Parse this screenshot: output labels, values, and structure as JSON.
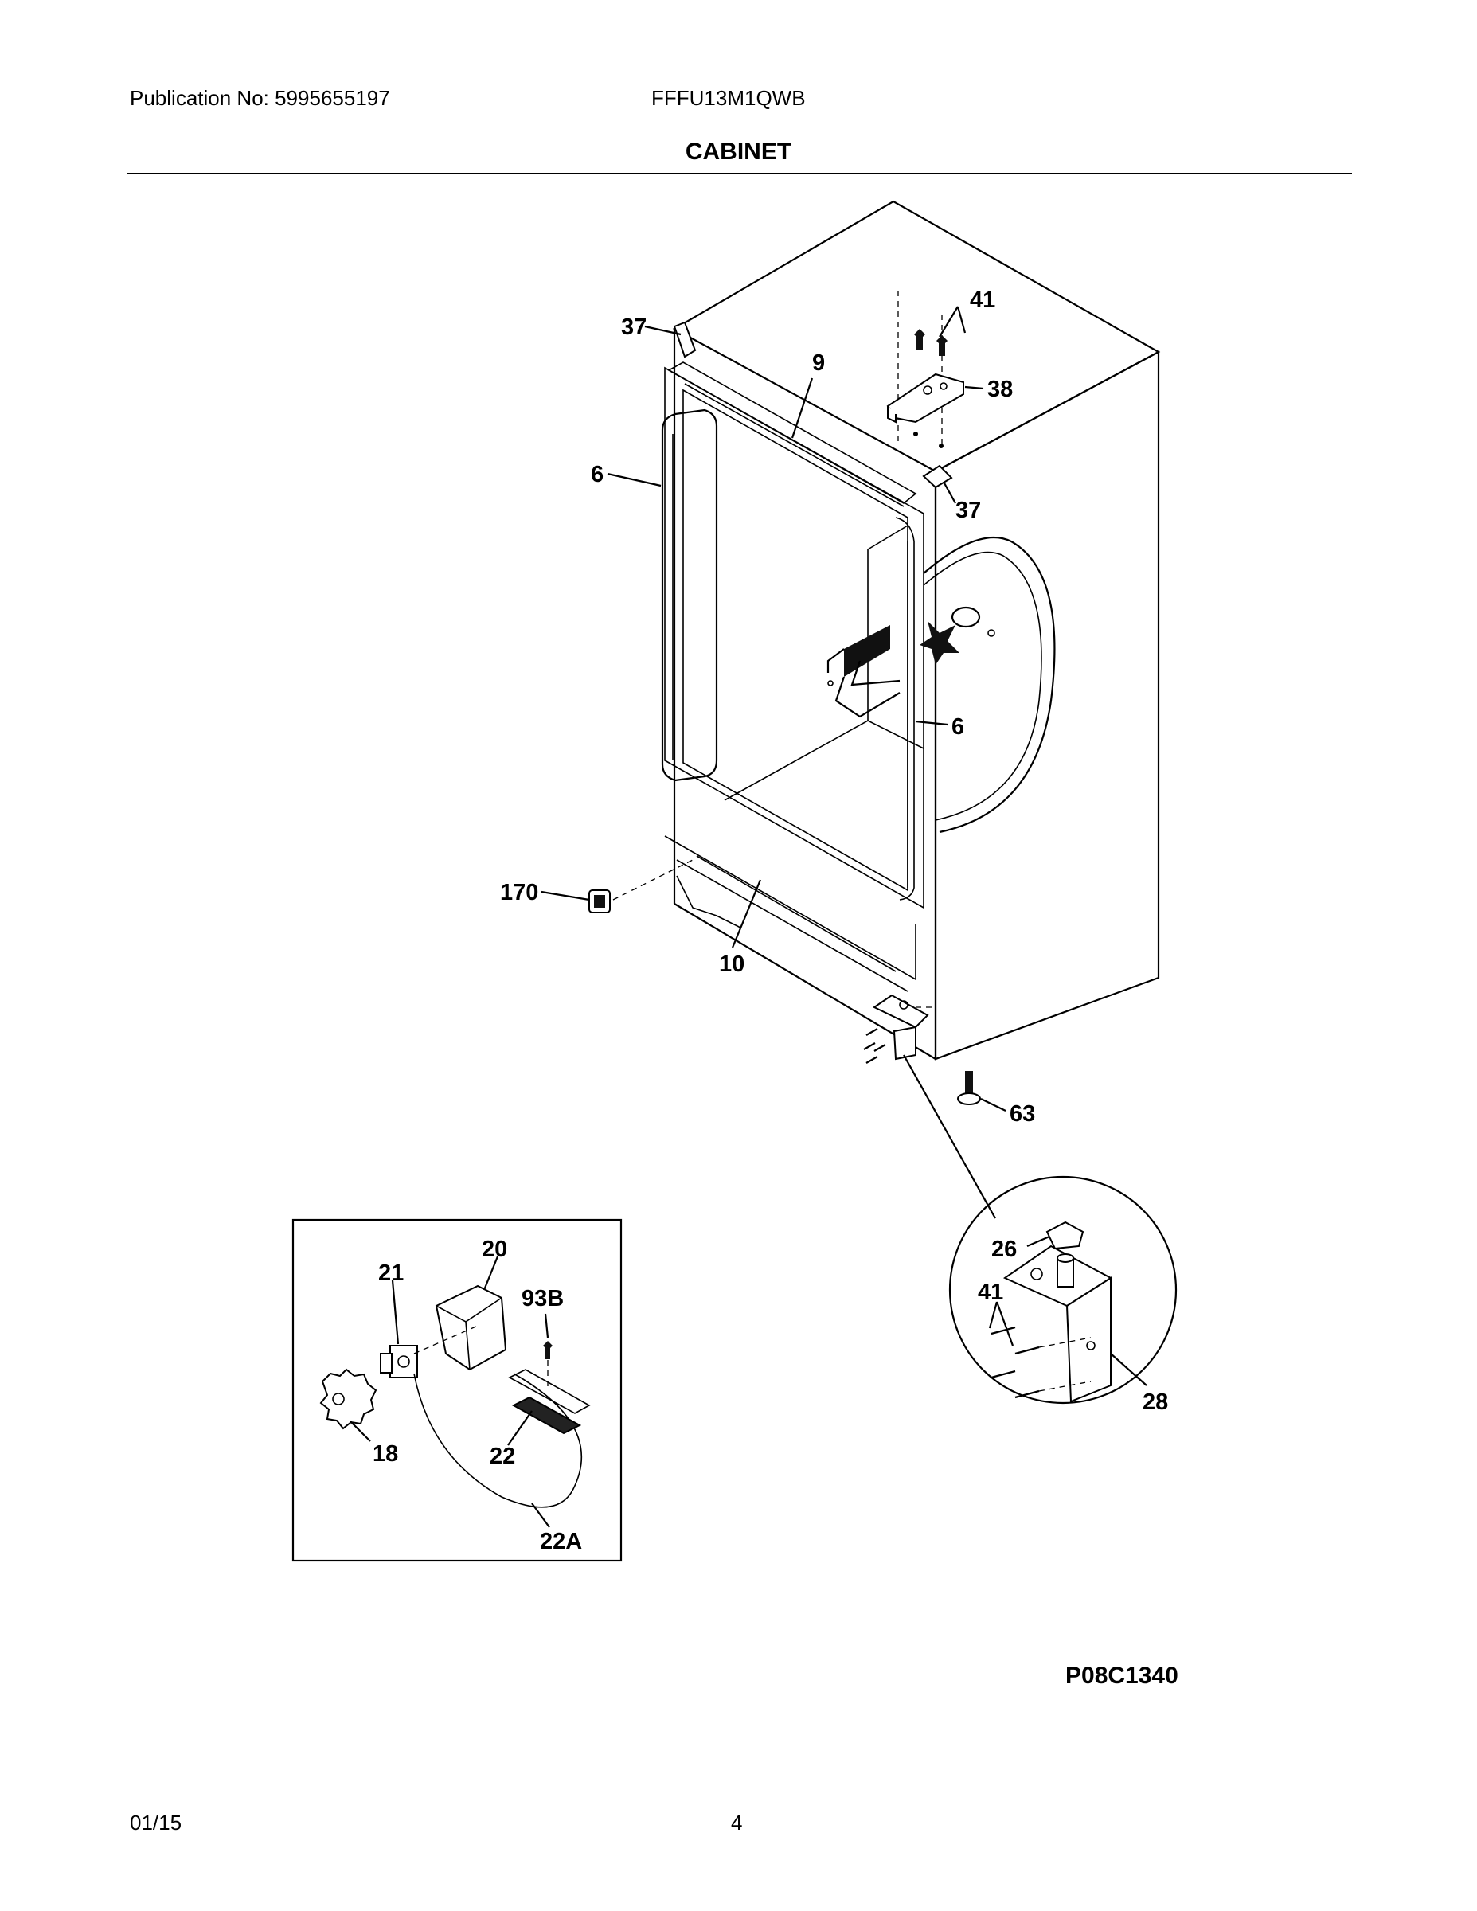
{
  "header": {
    "publication": "Publication No: 5995655197",
    "model": "FFFU13M1QWB",
    "section_title": "CABINET"
  },
  "diagram": {
    "code": "P08C1340",
    "callouts": {
      "c37a": "37",
      "c41a": "41",
      "c9": "9",
      "c38": "38",
      "c6a": "6",
      "c37b": "37",
      "c6b": "6",
      "c170": "170",
      "c10": "10",
      "c63": "63",
      "c26": "26",
      "c41b": "41",
      "c28": "28",
      "c20": "20",
      "c21": "21",
      "c93b": "93B",
      "c18": "18",
      "c22": "22",
      "c22a": "22A"
    }
  },
  "footer": {
    "date": "01/15",
    "page": "4"
  }
}
